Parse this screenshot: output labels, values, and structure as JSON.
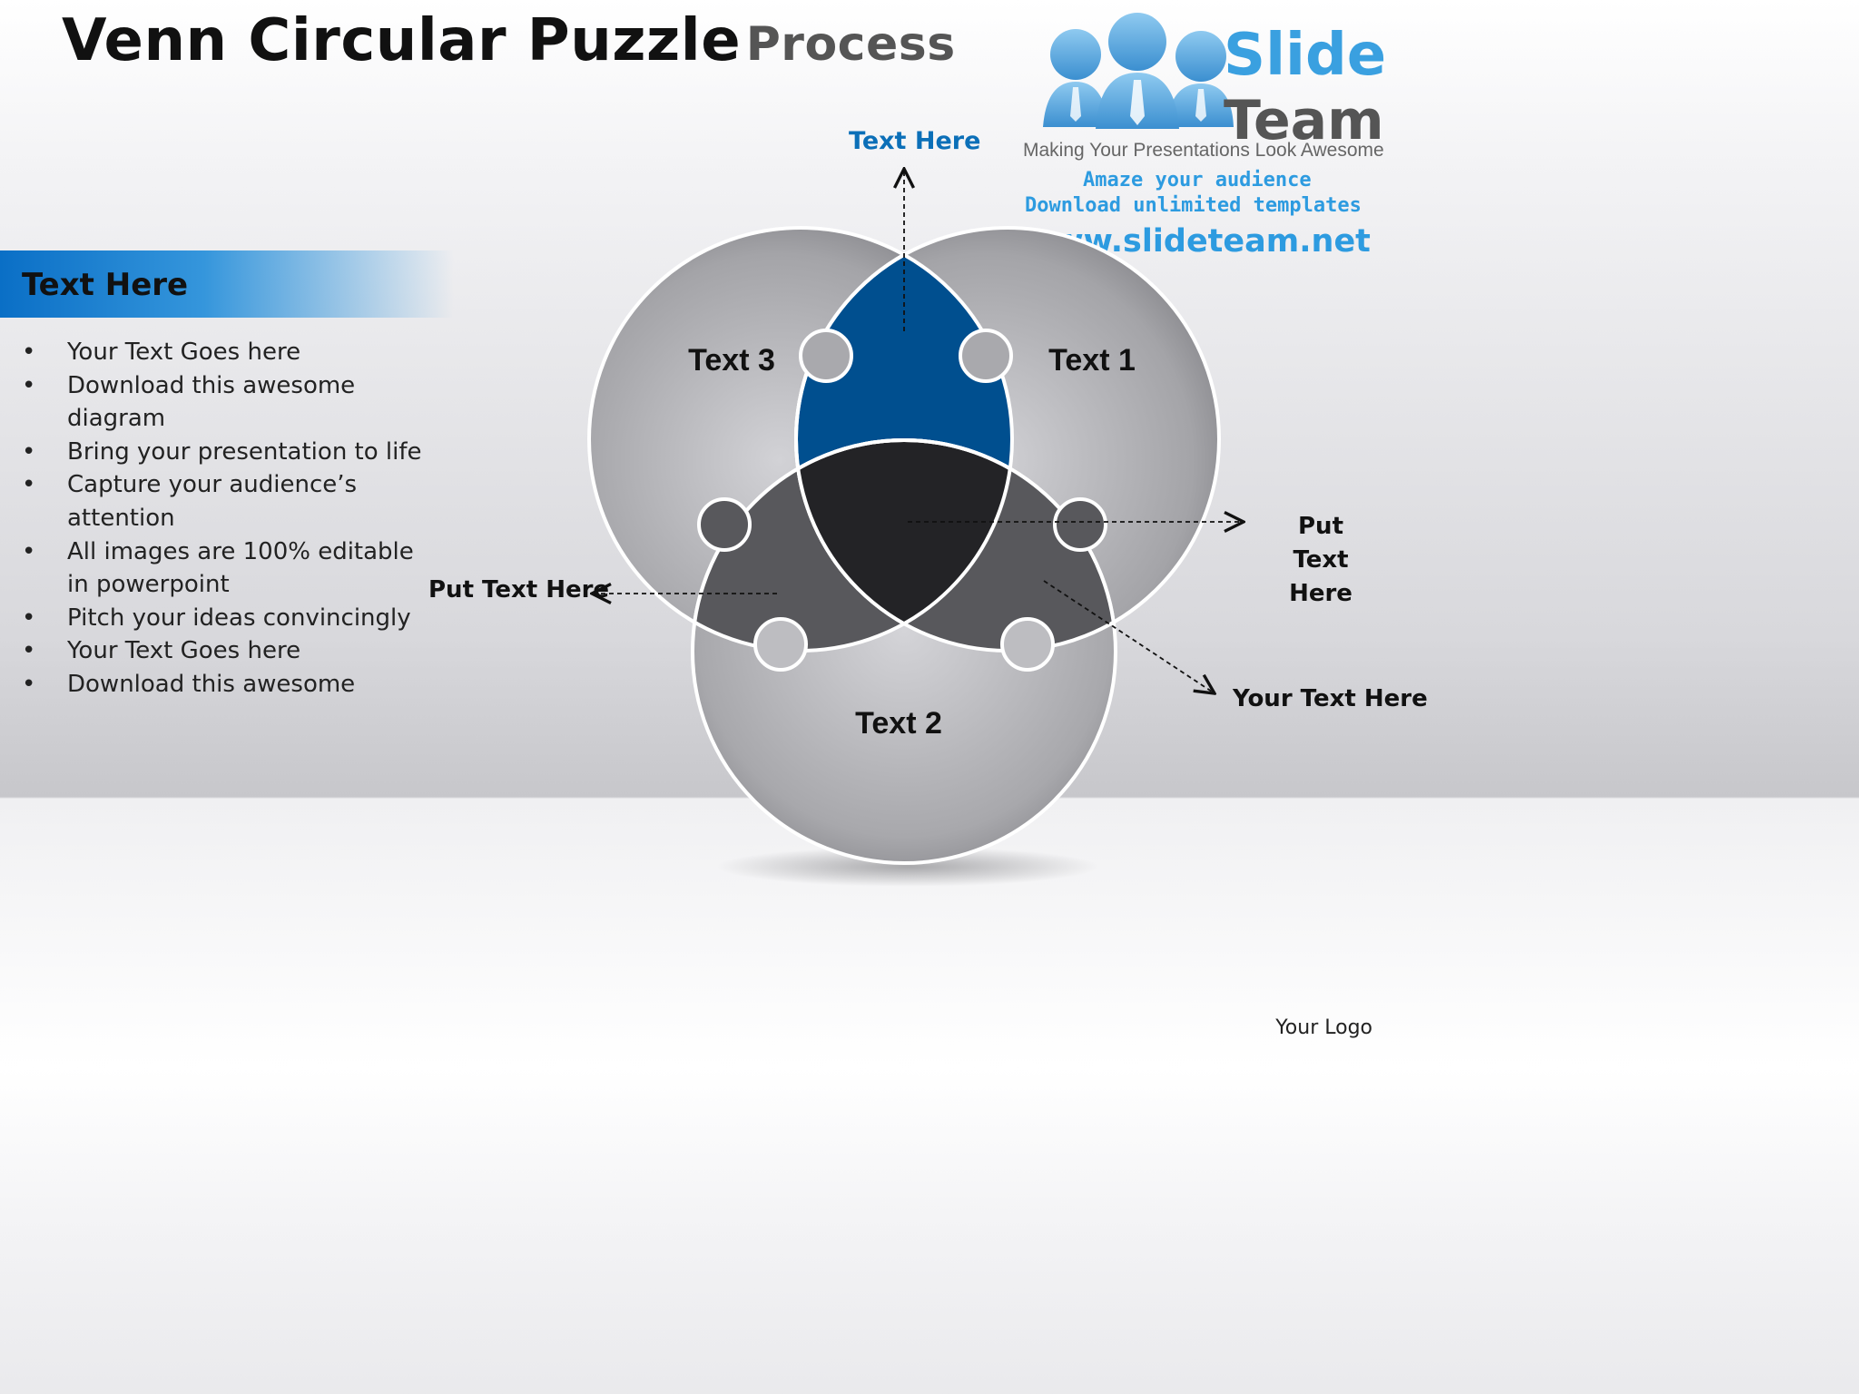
{
  "title": {
    "main": "Venn Circular Puzzle",
    "sub": "Process"
  },
  "logo": {
    "brand_line1": "Slide",
    "brand_line2": "Team",
    "tagline": "Making Your Presentations Look Awesome",
    "promo_line1": "Amaze your audience",
    "promo_line2": "Download unlimited templates",
    "url": "www.slideteam.net",
    "icon": "people-group-icon"
  },
  "sidebar": {
    "heading": "Text Here",
    "bullets": [
      "Your Text Goes here",
      "Download this awesome diagram",
      "Bring your presentation to life",
      "Capture your audience’s attention",
      "All images are 100% editable in powerpoint",
      "Pitch your ideas convincingly",
      "Your Text Goes here",
      "Download this awesome"
    ]
  },
  "diagram": {
    "circles": [
      {
        "label": "Text 3",
        "color": "#9a9a9e"
      },
      {
        "label": "Text 1",
        "color": "#9a9a9e"
      },
      {
        "label": "Text 2",
        "color": "#a6a6aa"
      }
    ],
    "center_color": "#232326",
    "top_lens_color": "#004f8f",
    "bottom_lens_color": "#58585c",
    "callouts": {
      "top": "Text Here",
      "left": "Put Text Here",
      "right": "Put Text Here",
      "bottom_right": "Your Text Here"
    }
  },
  "footer": {
    "logo_text": "Your Logo"
  }
}
